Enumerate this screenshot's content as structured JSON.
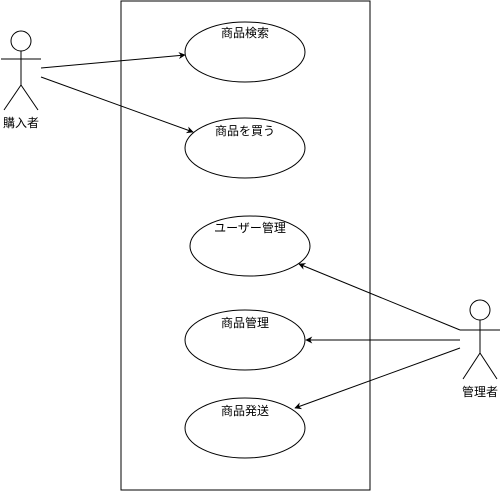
{
  "colors": {
    "stroke": "#000000",
    "fill": "#ffffff",
    "text": "#000000"
  },
  "actors": [
    {
      "id": "buyer",
      "label": "購入者"
    },
    {
      "id": "admin",
      "label": "管理者"
    }
  ],
  "use_cases": [
    {
      "id": "search",
      "label": "商品検索"
    },
    {
      "id": "buy",
      "label": "商品を買う"
    },
    {
      "id": "users",
      "label": "ユーザー管理"
    },
    {
      "id": "products",
      "label": "商品管理"
    },
    {
      "id": "shipping",
      "label": "商品発送"
    }
  ],
  "associations": [
    {
      "from": "buyer",
      "to": "search"
    },
    {
      "from": "buyer",
      "to": "buy"
    },
    {
      "from": "admin",
      "to": "users"
    },
    {
      "from": "admin",
      "to": "products"
    },
    {
      "from": "admin",
      "to": "shipping"
    }
  ]
}
